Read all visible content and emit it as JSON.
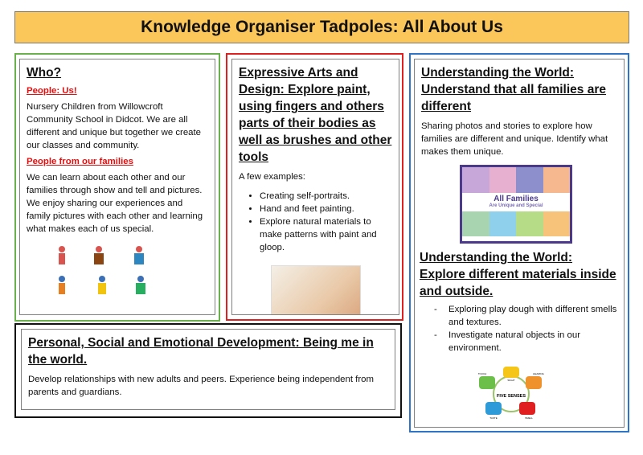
{
  "title": "Knowledge Organiser Tadpoles: All About Us",
  "who": {
    "heading": "Who?",
    "sub1": "People: Us!",
    "text1": "Nursery Children from Willowcroft Community School in Didcot. We are all different and unique but together we create our classes and community.",
    "sub2": "People from our families",
    "text2": "We can learn about each other and our families through show and tell and pictures. We enjoy sharing our experiences and family pictures with each other and learning what makes each of us special."
  },
  "ead": {
    "heading": "Expressive Arts and Design: Explore paint, using fingers and others parts of their bodies as well as brushes and other tools",
    "intro": "A few examples:",
    "items": [
      "Creating self-portraits.",
      "Hand and feet painting.",
      "Explore natural materials to make patterns with paint and gloop."
    ]
  },
  "utw1": {
    "heading": "Understanding the World: Understand that all families are different",
    "text": "Sharing photos and stories to explore how families are different and unique. Identify what makes them unique.",
    "poster_title": "All Families",
    "poster_sub": "Are Unique and Special"
  },
  "utw2": {
    "heading": "Understanding the World: Explore different materials inside and outside.",
    "items": [
      "Exploring play dough with different smells and textures.",
      "Investigate natural objects in our environment."
    ],
    "senses": {
      "center": "FIVE SENSES",
      "labels": [
        "SIGHT",
        "HEARING",
        "SMELL",
        "TASTE",
        "TOUCH"
      ]
    }
  },
  "psed": {
    "heading": "Personal, Social and Emotional Development: Being me in the world.",
    "text": "Develop relationships with new adults and peers. Experience being independent from parents and guardians."
  }
}
